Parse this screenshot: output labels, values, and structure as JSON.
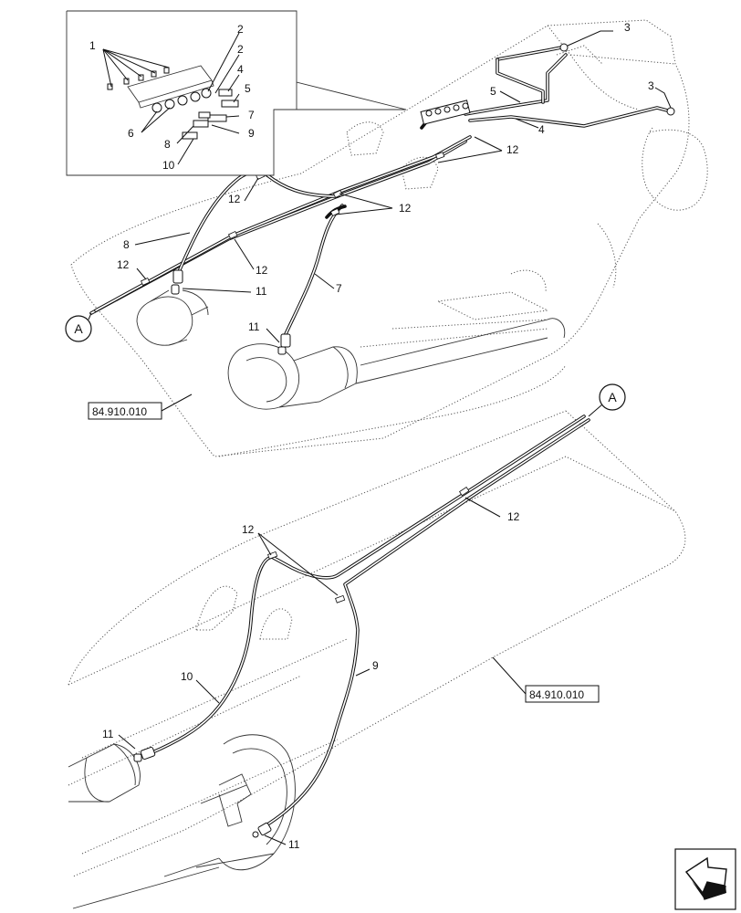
{
  "callouts": {
    "c1": "1",
    "c2a": "2",
    "c2b": "2",
    "c3a": "3",
    "c3b": "3",
    "c4a": "4",
    "c4b": "4",
    "c5a": "5",
    "c5b": "5",
    "c6": "6",
    "c7a": "7",
    "c7b": "7",
    "c8a": "8",
    "c8b": "8",
    "c9a": "9",
    "c9b": "9",
    "c10a": "10",
    "c10b": "10",
    "c11a": "11",
    "c11b": "11",
    "c11c": "11",
    "c11d": "11",
    "c12a": "12",
    "c12b": "12",
    "c12c": "12",
    "c12d": "12",
    "c12e": "12",
    "c12f": "12",
    "c12g": "12"
  },
  "references": {
    "upper": "84.910.010",
    "lower": "84.910.010"
  },
  "section_marks": {
    "upper": "A",
    "lower": "A"
  },
  "icons": {
    "orientation": "arrow-icon"
  }
}
